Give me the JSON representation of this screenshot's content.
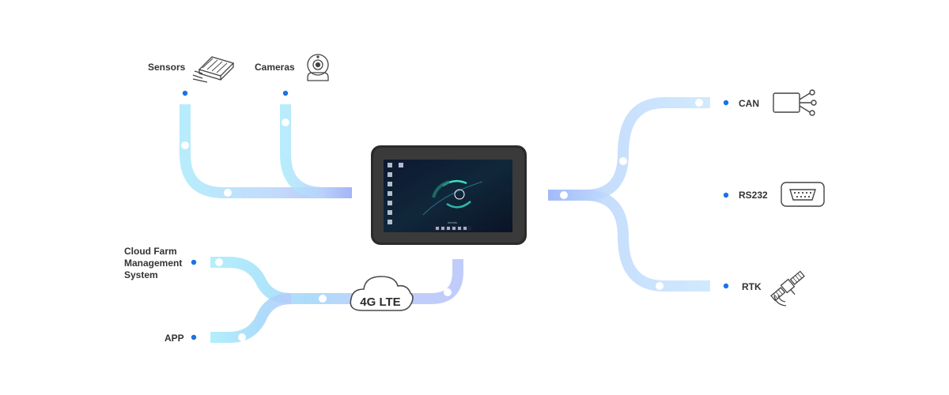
{
  "center": {
    "device": "Tablet display"
  },
  "inputs": [
    {
      "label": "Sensors",
      "icon": "sensor-module-icon"
    },
    {
      "label": "Cameras",
      "icon": "webcam-icon"
    }
  ],
  "outputs": [
    {
      "label": "CAN",
      "icon": "can-bus-icon"
    },
    {
      "label": "RS232",
      "icon": "serial-port-icon"
    },
    {
      "label": "RTK",
      "icon": "satellite-icon"
    }
  ],
  "network": {
    "hub": "4G LTE",
    "cloud_line1": "Cloud Farm",
    "cloud_line2": "Management",
    "cloud_line3": "System",
    "app": "APP"
  },
  "colors": {
    "cyan_line": "#a6ecfb",
    "blue_line": "#bcdafc",
    "center_blue": "#a3b7f8",
    "dot": "#1a73e8",
    "device": "#2b2b2b"
  }
}
